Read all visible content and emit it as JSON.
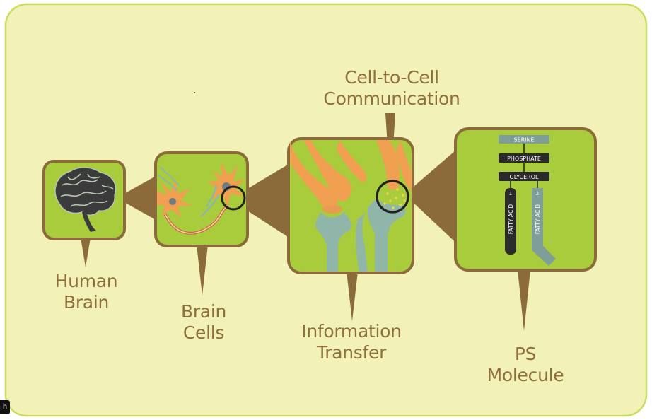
{
  "labels": {
    "human_brain": [
      "Human",
      "Brain"
    ],
    "brain_cells": [
      "Brain",
      "Cells"
    ],
    "information_transfer": [
      "Information",
      "Transfer"
    ],
    "cell_to_cell": [
      "Cell-to-Cell",
      "Communication"
    ],
    "ps_molecule": [
      "PS",
      "Molecule"
    ]
  },
  "molecule": {
    "serine": "SERINE",
    "phosphate": "PHOSPHATE",
    "glycerol": "GLYCEROL",
    "chain1_number": "1",
    "chain2_number": "2",
    "chain1_label": "FATTY ACID",
    "chain2_label": "FATTY ACID"
  },
  "corner_tab": "h",
  "colors": {
    "background": "#f2f1b8",
    "border": "#c9de5c",
    "panel_fill": "#a8cc3c",
    "panel_border": "#8c6b3a",
    "label_text": "#8f6f3b",
    "neuron_orange": "#f0a050",
    "neuron_teal": "#8fb6a8",
    "chain_dark": "#2a2a2a",
    "chain_grey": "#7f9e98"
  }
}
